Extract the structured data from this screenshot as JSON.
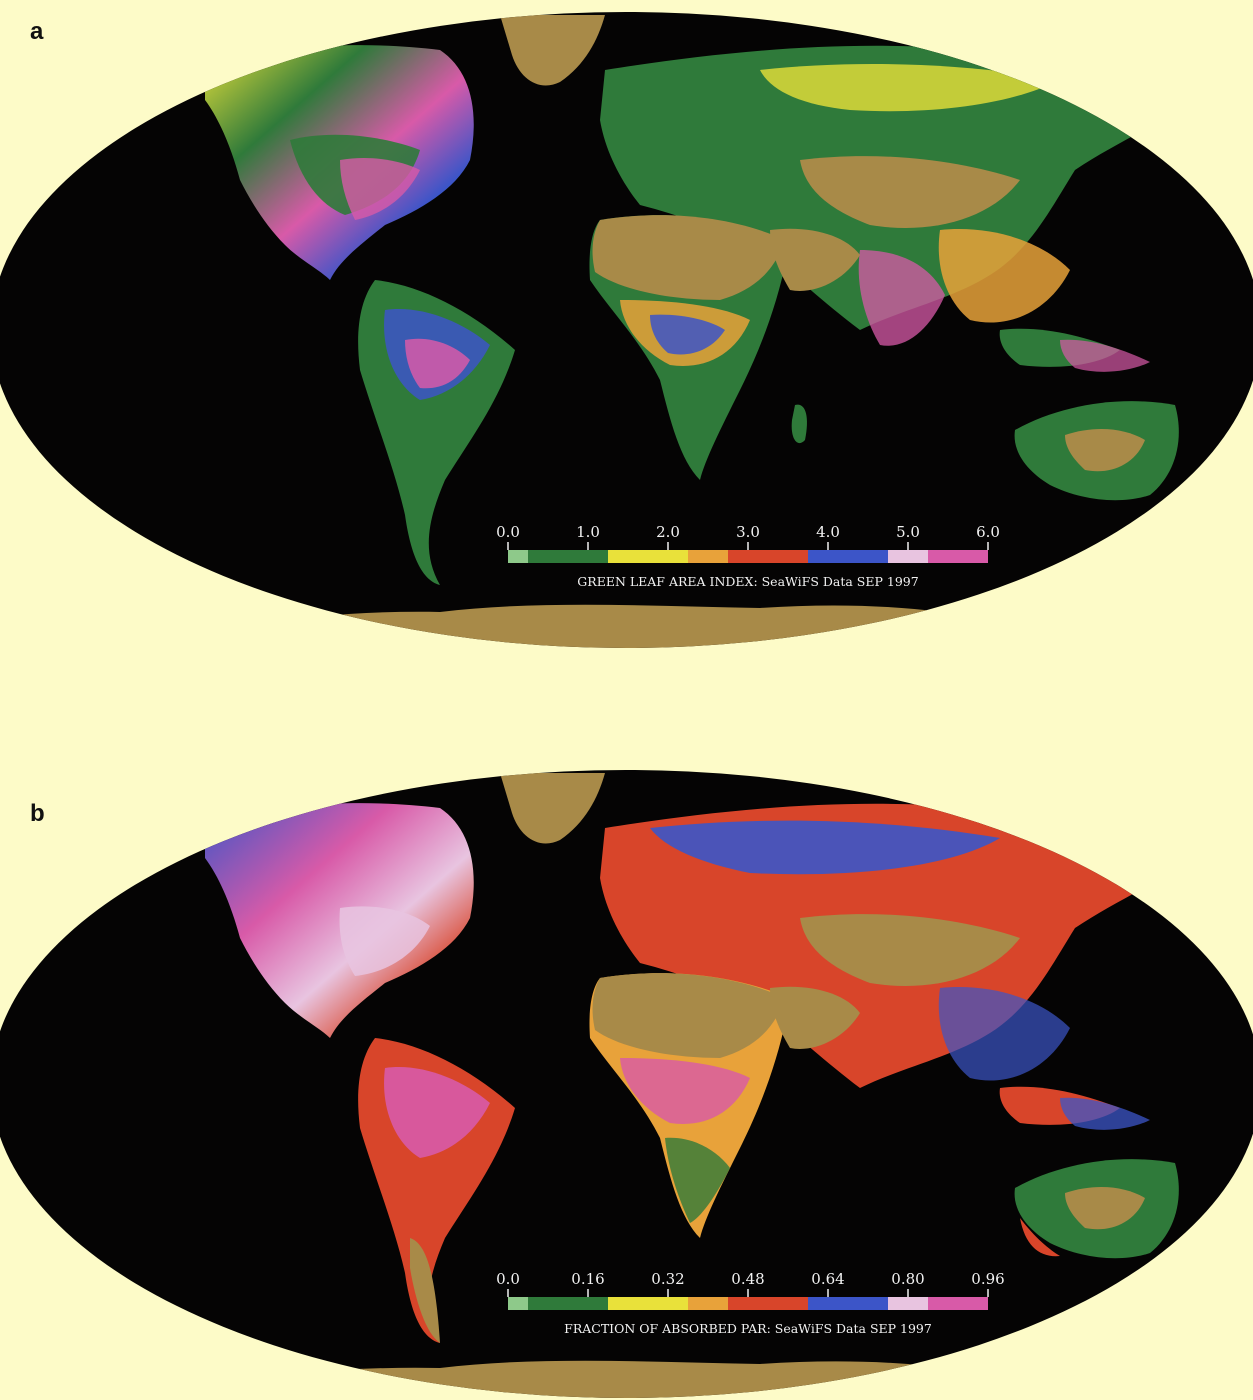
{
  "panels": [
    {
      "label": "a",
      "legend": {
        "title": "GREEN LEAF AREA INDEX:  SeaWiFS Data SEP 1997",
        "ticks": [
          "0.0",
          "1.0",
          "2.0",
          "3.0",
          "4.0",
          "5.0",
          "6.0"
        ]
      }
    },
    {
      "label": "b",
      "legend": {
        "title": "FRACTION OF ABSORBED PAR:  SeaWiFS Data SEP 1997",
        "ticks": [
          "0.0",
          "0.16",
          "0.32",
          "0.48",
          "0.64",
          "0.80",
          "0.96"
        ]
      }
    }
  ],
  "colors": {
    "background": "#fdfbc8",
    "ocean": "#050404",
    "barren_land": "#a88a48",
    "scale": [
      "#8ec98a",
      "#2f7a3a",
      "#e9e13a",
      "#e8a23a",
      "#d8452a",
      "#3c55c8",
      "#e8c4e0",
      "#d85aa8"
    ]
  }
}
